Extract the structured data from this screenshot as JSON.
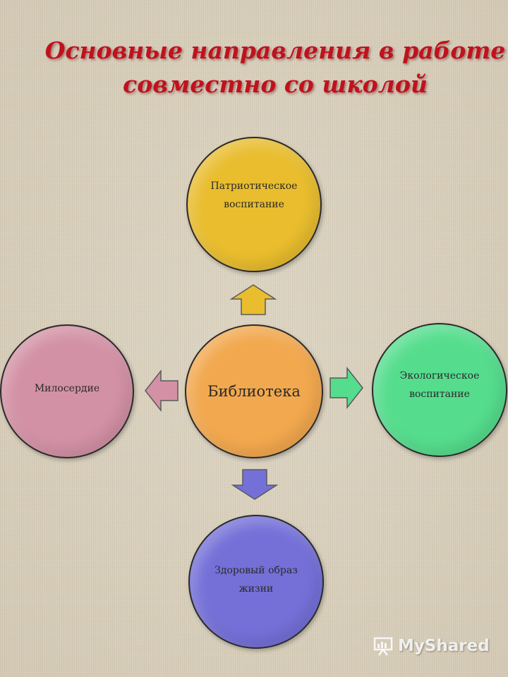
{
  "title": {
    "line1": "Основные направления  в работе",
    "line2": "совместно со школой"
  },
  "nodes": {
    "center": {
      "label": "Библиотека",
      "color": "#f2a84e"
    },
    "top": {
      "label": "Патриотическое воспитание",
      "color": "#e9bd2e"
    },
    "left": {
      "label": "Милосердие",
      "color": "#d391a5"
    },
    "right": {
      "label": "Экологическое воспитание",
      "color": "#55dd8d"
    },
    "bottom": {
      "label": "Здоровый образ жизни",
      "color": "#7470d8"
    }
  },
  "arrows": {
    "top": {
      "icon": "arrow-up-icon",
      "color": "#e9bd2e"
    },
    "left": {
      "icon": "arrow-left-icon",
      "color": "#d391a5"
    },
    "right": {
      "icon": "arrow-right-icon",
      "color": "#55dd8d"
    },
    "bottom": {
      "icon": "arrow-down-icon",
      "color": "#7470d8"
    }
  },
  "watermark": {
    "text": "MyShared",
    "icon": "presentation-board-icon"
  }
}
